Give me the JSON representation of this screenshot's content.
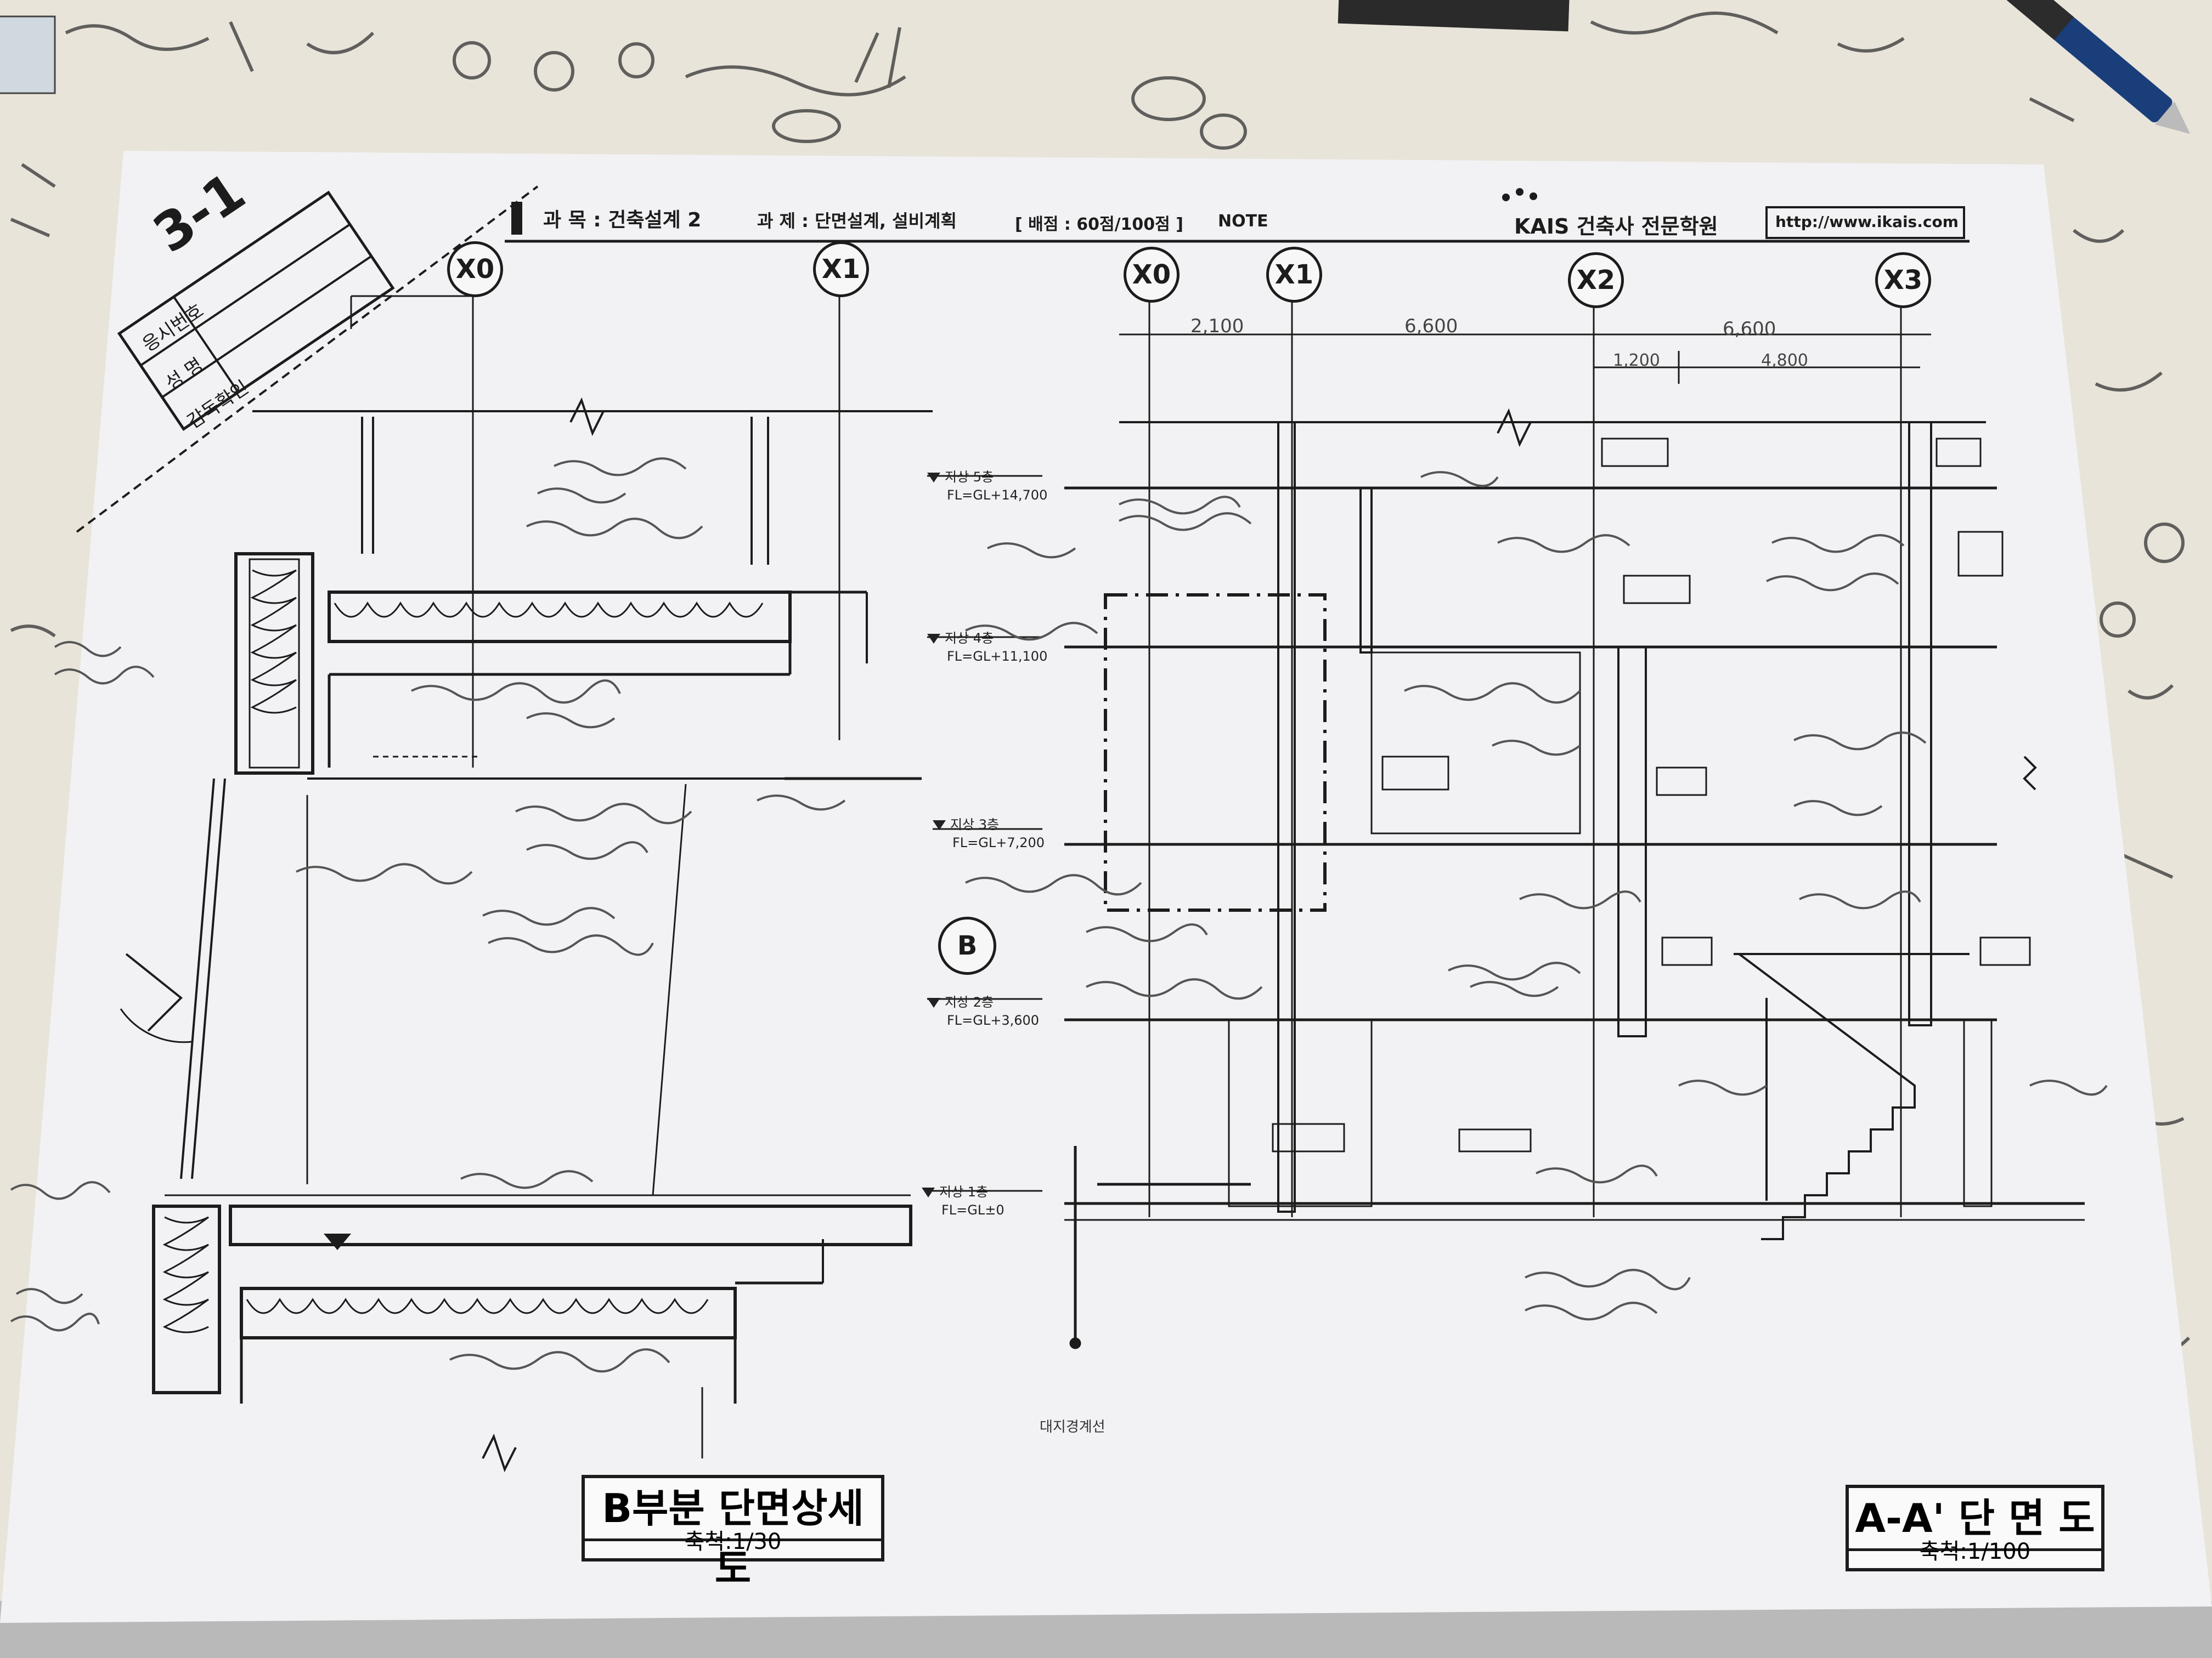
{
  "sheet": {
    "sheet_no": "3-1",
    "subject_label": "과 목 : 건축설계 2",
    "task_label": "과 제 : 단면설계, 설비계획",
    "score_label": "[ 배점 : 60점/100점 ]",
    "note_label": "NOTE",
    "academy_name": "KAIS 건축사 전문학원",
    "academy_url": "http://www.ikais.com",
    "exam_no_label": "응시번호",
    "name_label": "성 명",
    "supervisor_label": "감독확인"
  },
  "detail": {
    "title": "B부분 단면상세도",
    "scale": "축척:1/30",
    "axes": [
      "X0",
      "X1"
    ]
  },
  "section": {
    "title": "A-A' 단 면 도",
    "scale": "축척:1/100",
    "axes": [
      "X0",
      "X1",
      "X2",
      "X3"
    ],
    "dims": [
      "2,100",
      "6,600",
      "6,600",
      "1,200",
      "4,800"
    ],
    "detail_marker": "B",
    "site_line_label": "대지경계선",
    "levels": [
      {
        "name": "지상 5층",
        "fl": "FL=GL+14,700"
      },
      {
        "name": "지상 4층",
        "fl": "FL=GL+11,100"
      },
      {
        "name": "지상 3층",
        "fl": "FL=GL+7,200"
      },
      {
        "name": "지상 2층",
        "fl": "FL=GL+3,600"
      },
      {
        "name": "지상 1층",
        "fl": "FL=GL±0"
      }
    ]
  },
  "colors": {
    "paper": "#f2f2f4",
    "desk": "#d8d4cb",
    "ink": "#1c1c1c",
    "pencil": "#7a7a7a"
  }
}
